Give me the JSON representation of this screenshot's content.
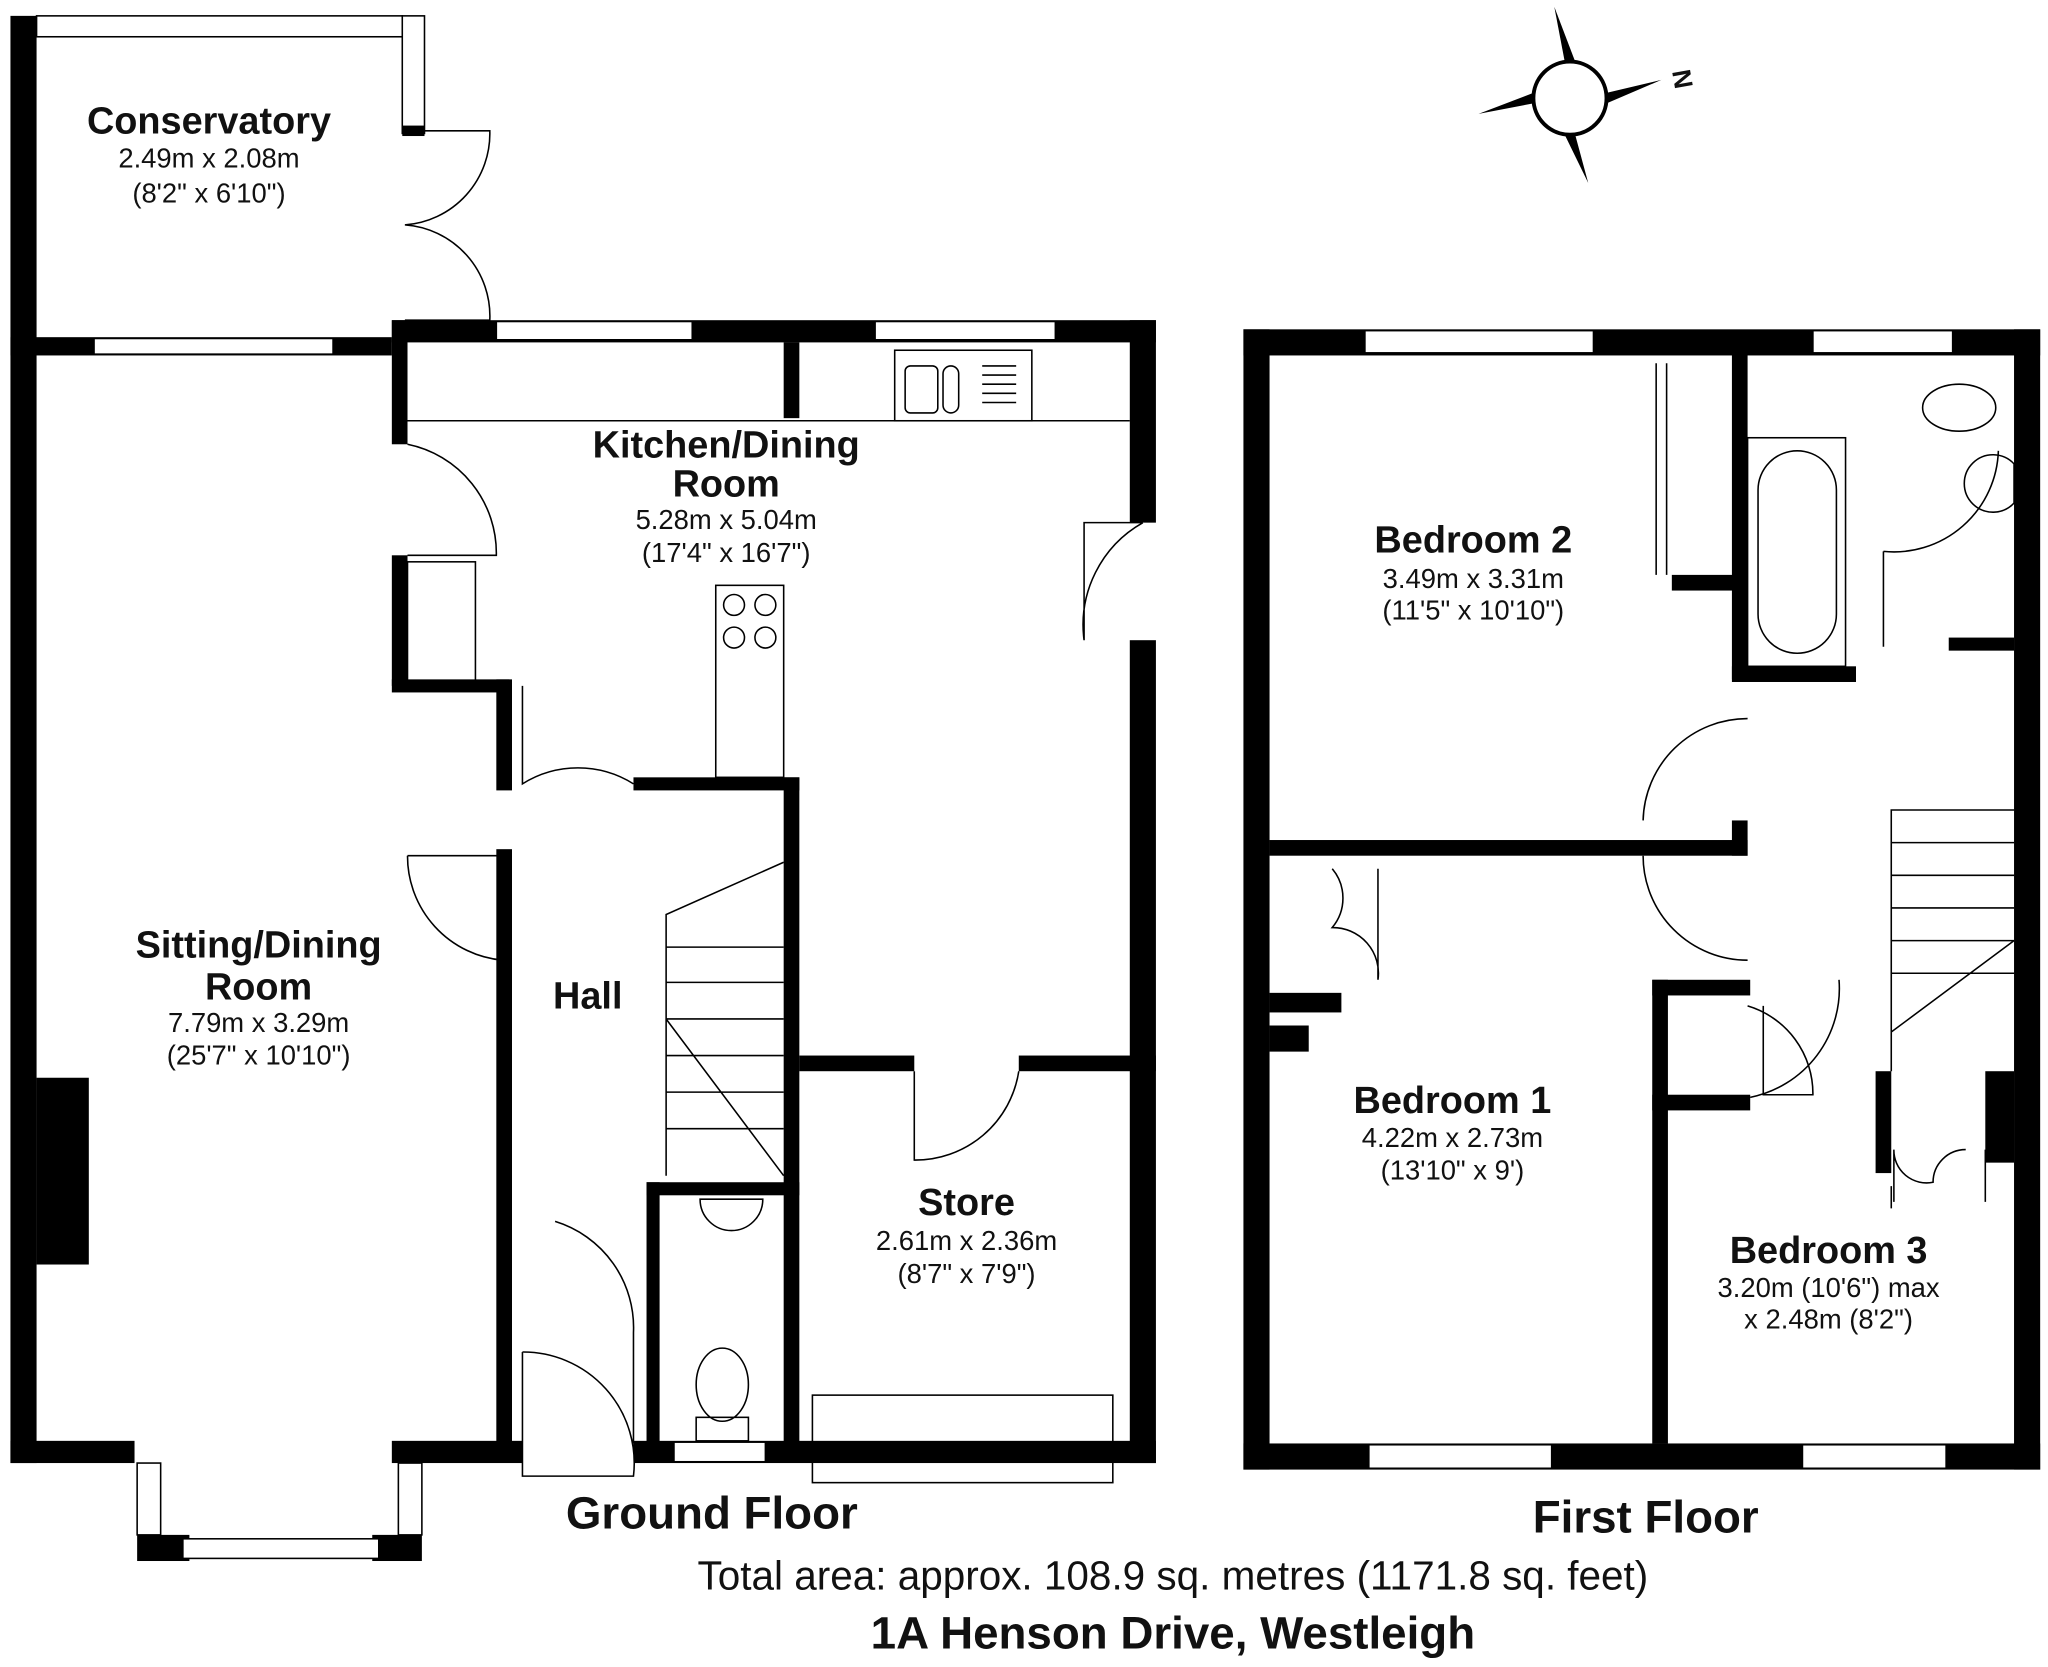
{
  "floors": {
    "ground": {
      "label": "Ground Floor",
      "rooms": [
        {
          "name": "Conservatory",
          "metric": "2.49m x 2.08m",
          "imperial": "(8'2\" x 6'10\")"
        },
        {
          "name": "Kitchen/Dining",
          "name2": "Room",
          "metric": "5.28m x 5.04m",
          "imperial": "(17'4\" x 16'7\")"
        },
        {
          "name": "Sitting/Dining",
          "name2": "Room",
          "metric": "7.79m x 3.29m",
          "imperial": "(25'7\" x 10'10\")"
        },
        {
          "name": "Hall"
        },
        {
          "name": "Store",
          "metric": "2.61m x 2.36m",
          "imperial": "(8'7\" x 7'9\")"
        }
      ]
    },
    "first": {
      "label": "First Floor",
      "rooms": [
        {
          "name": "Bedroom 2",
          "metric": "3.49m x 3.31m",
          "imperial": "(11'5\" x 10'10\")"
        },
        {
          "name": "Bedroom 1",
          "metric": "4.22m x 2.73m",
          "imperial": "(13'10\" x 9')"
        },
        {
          "name": "Bedroom 3",
          "metric": "3.20m (10'6\") max",
          "imperial": "x 2.48m (8'2\")"
        }
      ]
    }
  },
  "compass": {
    "icon": "compass-icon",
    "north_label": "N"
  },
  "total_area": "Total area: approx. 108.9 sq. metres (1171.8 sq. feet)",
  "address": "1A Henson Drive, Westleigh"
}
